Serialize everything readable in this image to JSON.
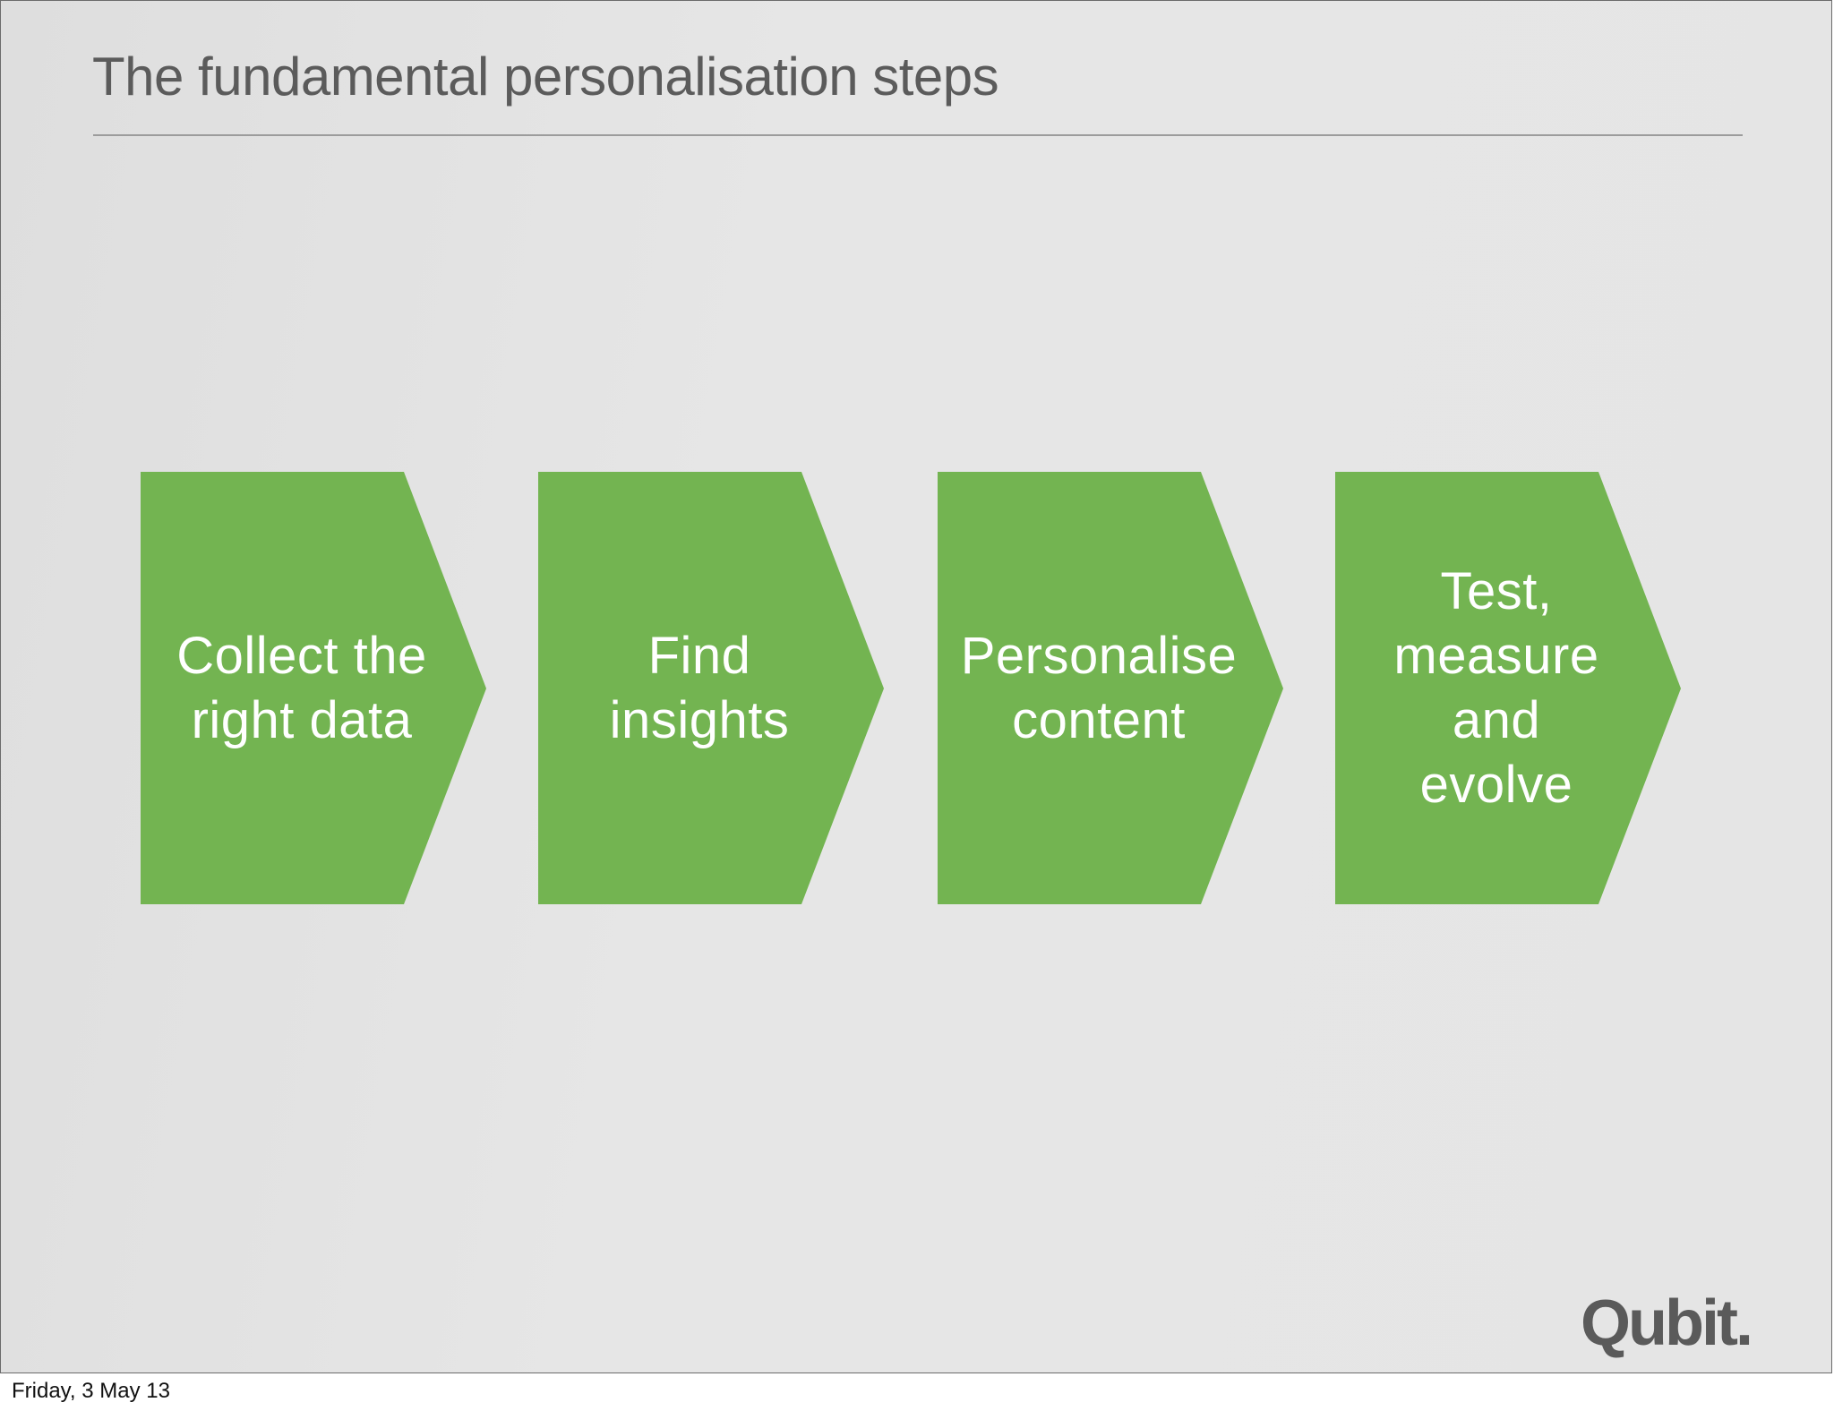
{
  "slide": {
    "title": "The fundamental personalisation steps",
    "steps": [
      {
        "label": "Collect the\nright data"
      },
      {
        "label": "Find\ninsights"
      },
      {
        "label": "Personalise\ncontent"
      },
      {
        "label": "Test,\nmeasure\nand\nevolve"
      }
    ],
    "logo_text": "Qubit.",
    "colors": {
      "step_fill": "#73b451",
      "title_text": "#5b5b5b",
      "background": "#e5e5e5",
      "logo": "#5a5a5a"
    }
  },
  "footer": {
    "date": "Friday, 3 May 13"
  }
}
